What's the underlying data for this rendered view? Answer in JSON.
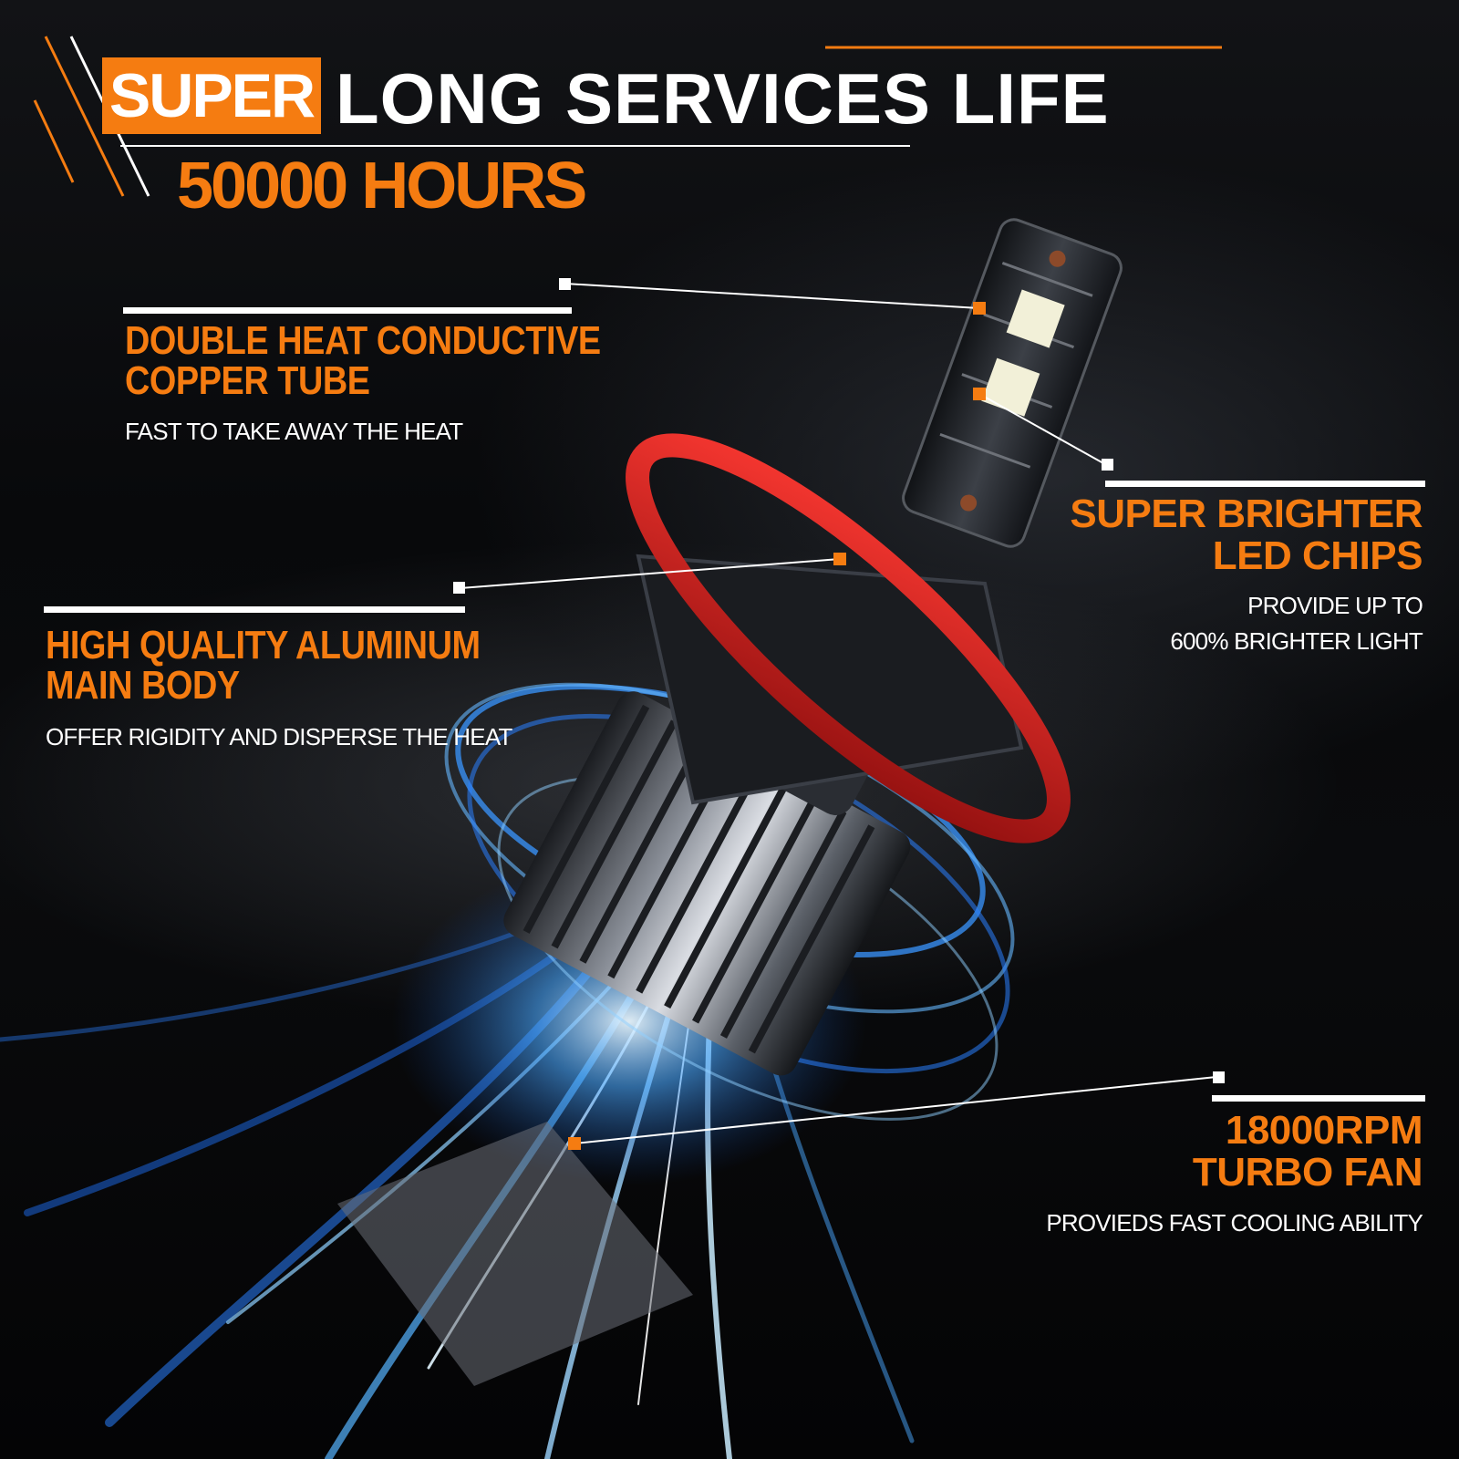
{
  "header": {
    "title_highlight": "SUPER",
    "title_rest": "LONG SERVICES LIFE",
    "hours": "50000 HOURS"
  },
  "features": [
    {
      "title_line1": "DOUBLE HEAT CONDUCTIVE",
      "title_line2": "COPPER TUBE",
      "description": "FAST TO TAKE AWAY THE HEAT"
    },
    {
      "title_line1": "SUPER BRIGHTER",
      "title_line2": "LED CHIPS",
      "description_line1": "PROVIDE UP TO",
      "description_line2": "600% BRIGHTER LIGHT"
    },
    {
      "title_line1": "HIGH QUALITY ALUMINUM",
      "title_line2": "MAIN BODY",
      "description": "OFFER RIGIDITY AND DISPERSE THE HEAT"
    },
    {
      "title_line1": "18000RPM",
      "title_line2": "TURBO FAN",
      "description": "PROVIEDS FAST COOLING ABILITY"
    }
  ],
  "colors": {
    "accent": "#f57c11",
    "text": "#ffffff",
    "ring": "#d81f1f",
    "glow": "#2f8dff"
  }
}
